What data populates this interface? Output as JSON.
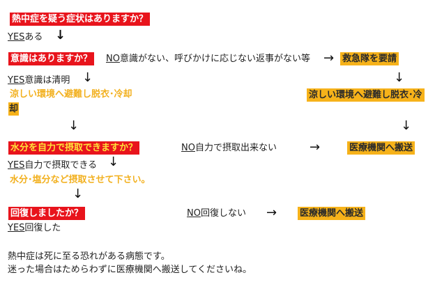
{
  "q1": {
    "question": "熱中症を疑う症状はありますか？",
    "yes": "YES",
    "yes_text": "ある"
  },
  "q2": {
    "question": "意識はありますか？",
    "no": "NO",
    "no_text": "意識がない、呼びかけに応じない返事がない等",
    "no_action": "救急隊を要請",
    "yes": "YES",
    "yes_text": "意識は清明",
    "yes_action_line1": "涼しい環境へ避難し脱衣･冷却",
    "yes_action_line2": "却",
    "no_action2": "涼しい環境へ避難し脱衣･冷"
  },
  "q3": {
    "question": "水分を自力で摂取できますか？",
    "no": "NO",
    "no_text": "自力で摂取出来ない",
    "no_action": "医療機関へ搬送",
    "yes": "YES",
    "yes_text": "自力で摂取できる",
    "yes_action": "水分･塩分など摂取させて下さい。"
  },
  "q4": {
    "question": "回復しましたか？",
    "no": "NO",
    "no_text": "回復しない",
    "no_action": "医療機関へ搬送",
    "yes": "YES",
    "yes_text": "回復した"
  },
  "footer": {
    "line1": "熱中症は死に至る恐れがある病態です。",
    "line2": "迷った場合はためらわずに医療機関へ搬送してくださいね。"
  },
  "arrows": {
    "down": "↓",
    "right": "→"
  }
}
